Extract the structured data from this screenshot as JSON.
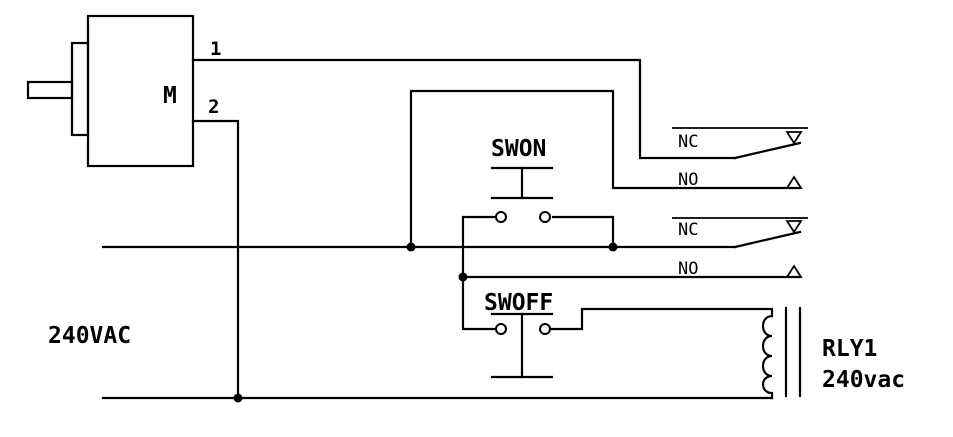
{
  "motor": {
    "label": "M",
    "pin1": "1",
    "pin2": "2"
  },
  "supply": {
    "label": "240VAC"
  },
  "switches": {
    "on_label": "SWON",
    "off_label": "SWOFF"
  },
  "relay": {
    "name": "RLY1",
    "rating": "240vac",
    "contact1": {
      "nc": "NC",
      "no": "NO"
    },
    "contact2": {
      "nc": "NC",
      "no": "NO"
    }
  }
}
